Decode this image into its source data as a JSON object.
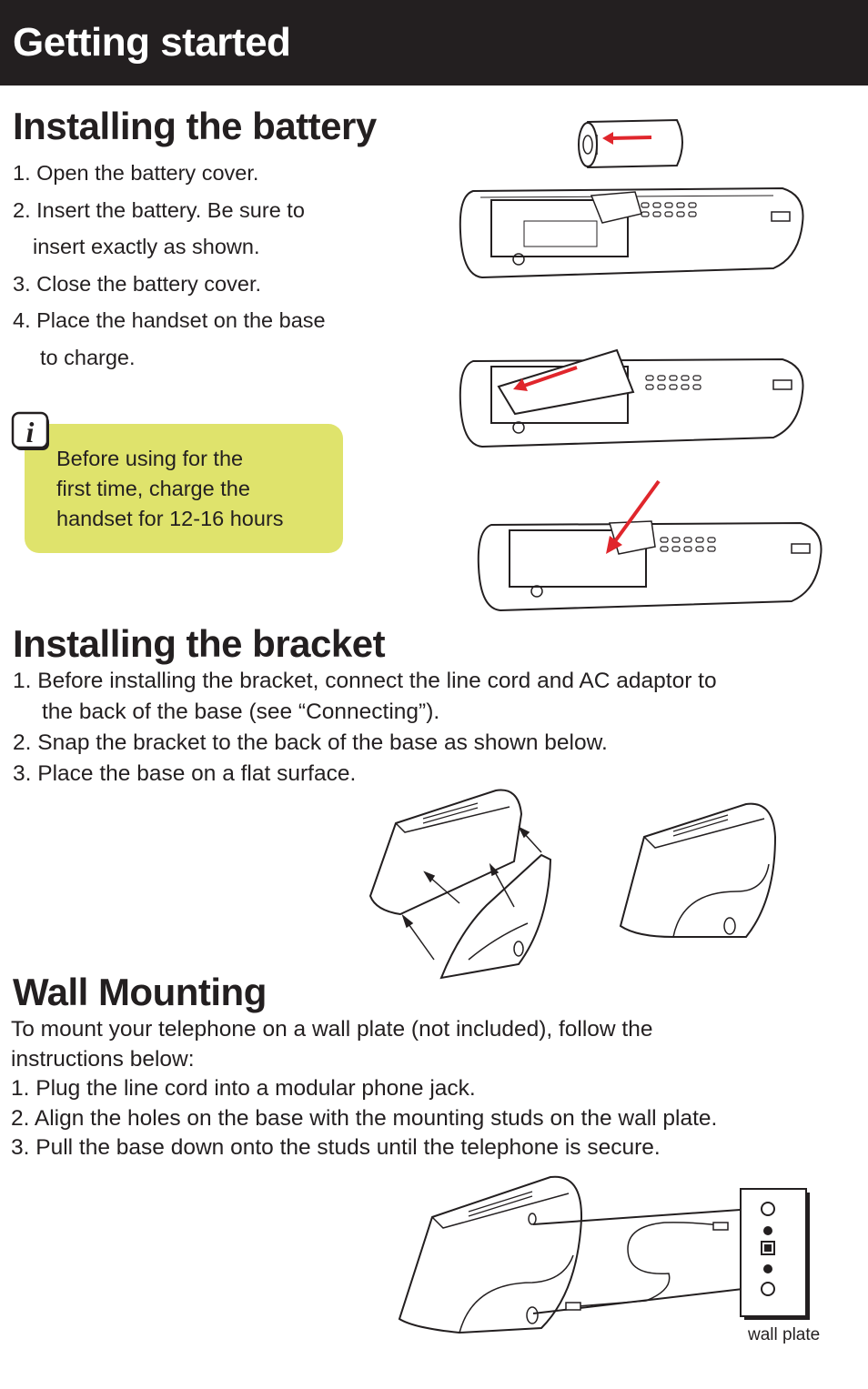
{
  "header": {
    "title": "Getting started"
  },
  "battery": {
    "title": "Installing the battery",
    "steps": [
      "1. Open the battery cover.",
      "2. Insert the battery.  Be sure to",
      "insert exactly as shown.",
      "3. Close the battery cover.",
      "4. Place the handset on the base",
      "to charge."
    ],
    "note": {
      "icon": "info-icon",
      "lines": [
        "Before using for the",
        "first time, charge the",
        "handset for 12-16 hours"
      ]
    }
  },
  "bracket": {
    "title": "Installing the bracket",
    "steps": [
      "1. Before installing the bracket, connect the line cord and AC adaptor to",
      "the back of the base (see “Connecting”).",
      "2. Snap the bracket to the back of the base as shown below.",
      "3. Place the base on a flat surface."
    ]
  },
  "wall": {
    "title": "Wall Mounting",
    "steps": [
      "To mount your telephone on a wall plate (not included), follow the",
      "instructions below:",
      "1. Plug the line cord into a modular phone jack.",
      "2. Align the holes on the base with the mounting studs on the wall plate.",
      "3. Pull the base down onto the studs until the telephone is secure."
    ],
    "plate_label": "wall plate"
  },
  "colors": {
    "header_bg": "#231f20",
    "note_bg": "#dfe36c",
    "arrow": "#e0262c"
  }
}
